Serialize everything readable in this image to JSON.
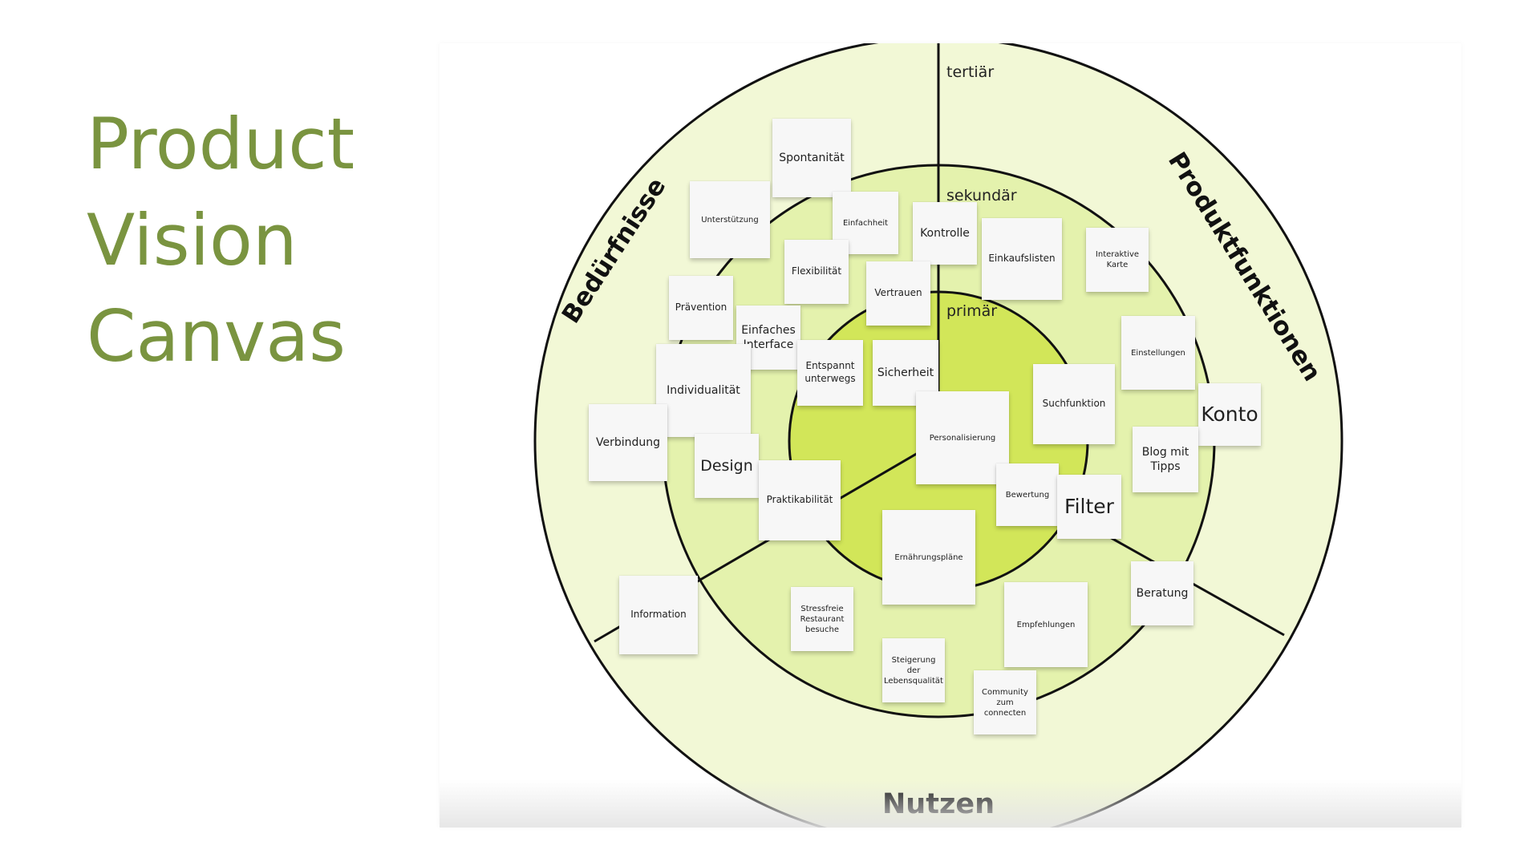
{
  "title": {
    "line1": "Product",
    "line2": "Vision",
    "line3": "Canvas"
  },
  "canvas": {
    "rings": {
      "outer": "tertiär",
      "middle": "sekundär",
      "inner": "primär"
    },
    "segments": {
      "left": "Bedürfnisse",
      "right": "Produktfunktionen",
      "bottom": "Nutzen"
    },
    "colors": {
      "outer_ring": "#f2f8d6",
      "middle_ring": "#e4f2ad",
      "inner_ring": "#d2e659",
      "lines": "#111111",
      "title": "#7a9440"
    },
    "notes": {
      "spontanitaet": "Spontanität",
      "unterstuetzung": "Unterstützung",
      "einfachheit": "Einfachheit",
      "kontrolle": "Kontrolle",
      "einkaufslisten": "Einkaufslisten",
      "interaktive_karte": "Interaktive Karte",
      "flexibilitaet": "Flexibilität",
      "vertrauen": "Vertrauen",
      "praevention": "Prävention",
      "einfaches_interface": "Einfaches Interface",
      "einstellungen": "Einstellungen",
      "individualitaet": "Individualität",
      "entspannt_unterwegs": "Entspannt unterwegs",
      "sicherheit": "Sicherheit",
      "suchfunktion": "Suchfunktion",
      "konto": "Konto",
      "verbindung": "Verbindung",
      "personalisierung": "Personalisierung",
      "blog_mit_tipps": "Blog mit Tipps",
      "design": "Design",
      "bewertung": "Bewertung",
      "filter": "Filter",
      "praktikabilitaet": "Praktikabilität",
      "ernaehrungsplaene": "Ernährungspläne",
      "beratung": "Beratung",
      "information": "Information",
      "stressfreie_restaurant_besuche": "Stressfreie Restaurant besuche",
      "empfehlungen": "Empfehlungen",
      "steigerung_der_lebensqualitaet": "Steigerung der Lebensqualität",
      "community_zum_connecten": "Community zum connecten"
    }
  }
}
